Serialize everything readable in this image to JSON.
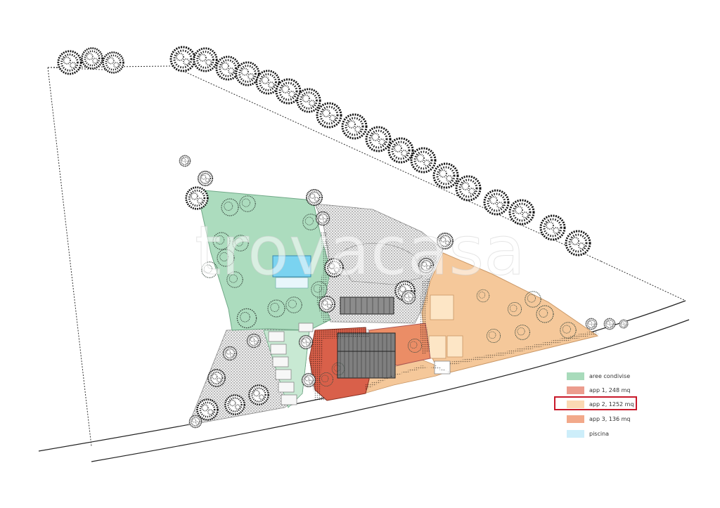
{
  "watermark": {
    "text": "trovacasa"
  },
  "legend": {
    "items": [
      {
        "label": "aree condivise",
        "color": "#a8dbbb"
      },
      {
        "label": "app 1, 248 mq",
        "color": "#ec9c8e"
      },
      {
        "label": "app 2, 1252 mq",
        "color": "#fbd9b3"
      },
      {
        "label": "app 3, 136 mq",
        "color": "#f2a98a"
      },
      {
        "label": "piscina",
        "color": "#cdeefa"
      }
    ],
    "highlighted_label": "app 2, 1252 mq"
  },
  "colors": {
    "shared_area": "#a8dbbb",
    "app1": "#d9604a",
    "app2": "#f5c89a",
    "app3": "#eb8d66",
    "pool": "#7ad3f0",
    "common_hatch": "#cfcfcf",
    "highlight": "#c8192a"
  },
  "icons": [
    "tree-canopy-icon",
    "property-boundary-line",
    "road-lines"
  ]
}
